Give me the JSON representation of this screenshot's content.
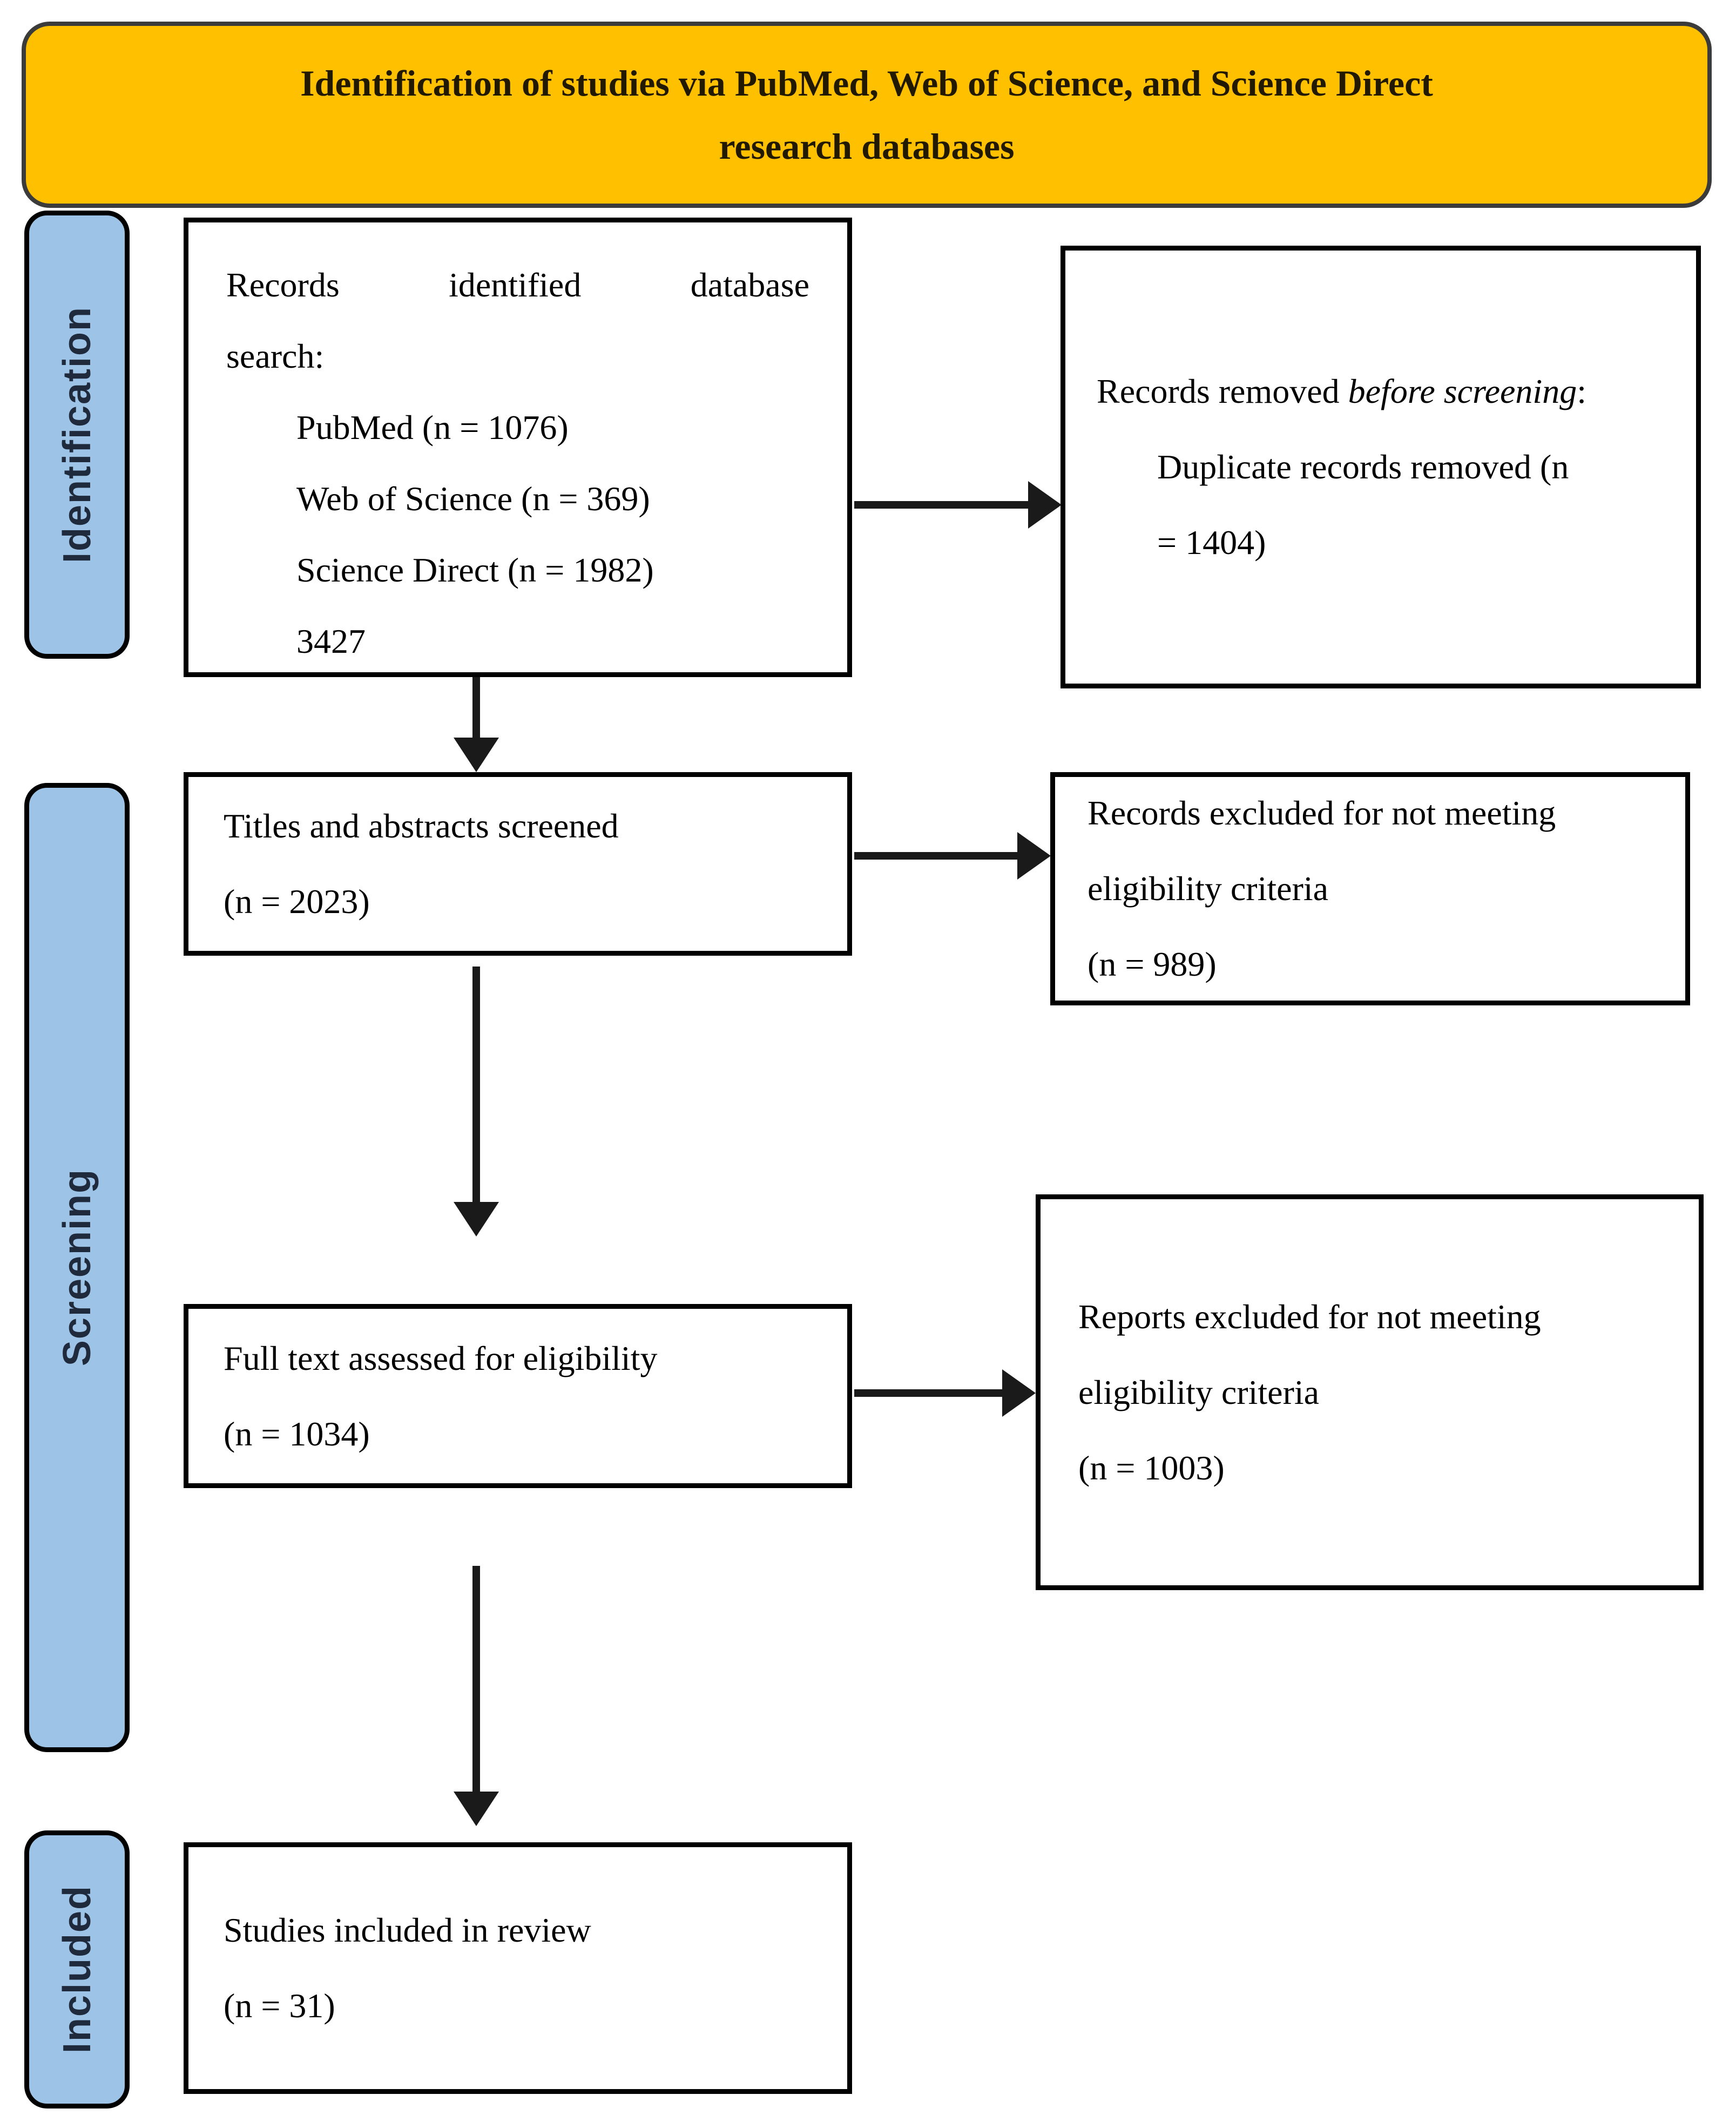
{
  "banner": {
    "line1": "Identification of studies via PubMed, Web of Science, and Science Direct",
    "line2": "research databases"
  },
  "stages": {
    "identification": "Identification",
    "screening": "Screening",
    "included": "Included"
  },
  "boxes": {
    "records_identified": {
      "line1_words": [
        "Records",
        "identified",
        "database"
      ],
      "line2": "search:",
      "items": [
        "PubMed (n = 1076)",
        "Web of Science (n = 369)",
        "Science Direct (n = 1982)",
        "3427"
      ]
    },
    "records_removed": {
      "prefix": "Records removed ",
      "italic": "before screening",
      "suffix": ":",
      "indent_lines": [
        "Duplicate records removed (n",
        "= 1404)"
      ]
    },
    "titles_screened": {
      "lines": [
        "Titles and abstracts screened",
        "(n = 2023)"
      ]
    },
    "records_excluded": {
      "lines": [
        "Records excluded for not meeting",
        "eligibility criteria",
        "(n = 989)"
      ]
    },
    "full_text_assessed": {
      "lines": [
        "Full text assessed for eligibility",
        "(n = 1034)"
      ]
    },
    "reports_excluded": {
      "lines": [
        "Reports excluded for not meeting",
        "eligibility criteria",
        "(n = 1003)"
      ]
    },
    "studies_included": {
      "lines": [
        "Studies included in review",
        "(n = 31)"
      ]
    }
  },
  "colors": {
    "banner_fill": "#FFC000",
    "banner_border": "#3B3B3B",
    "banner_text": "#221A00",
    "stage_fill": "#9DC3E6",
    "stage_border": "#000000",
    "stage_text": "#1F2A3C",
    "box_border": "#000000",
    "box_bg": "#FFFFFF",
    "text": "#000000",
    "arrow": "#1A1A1A",
    "page_bg": "#FFFFFF"
  }
}
